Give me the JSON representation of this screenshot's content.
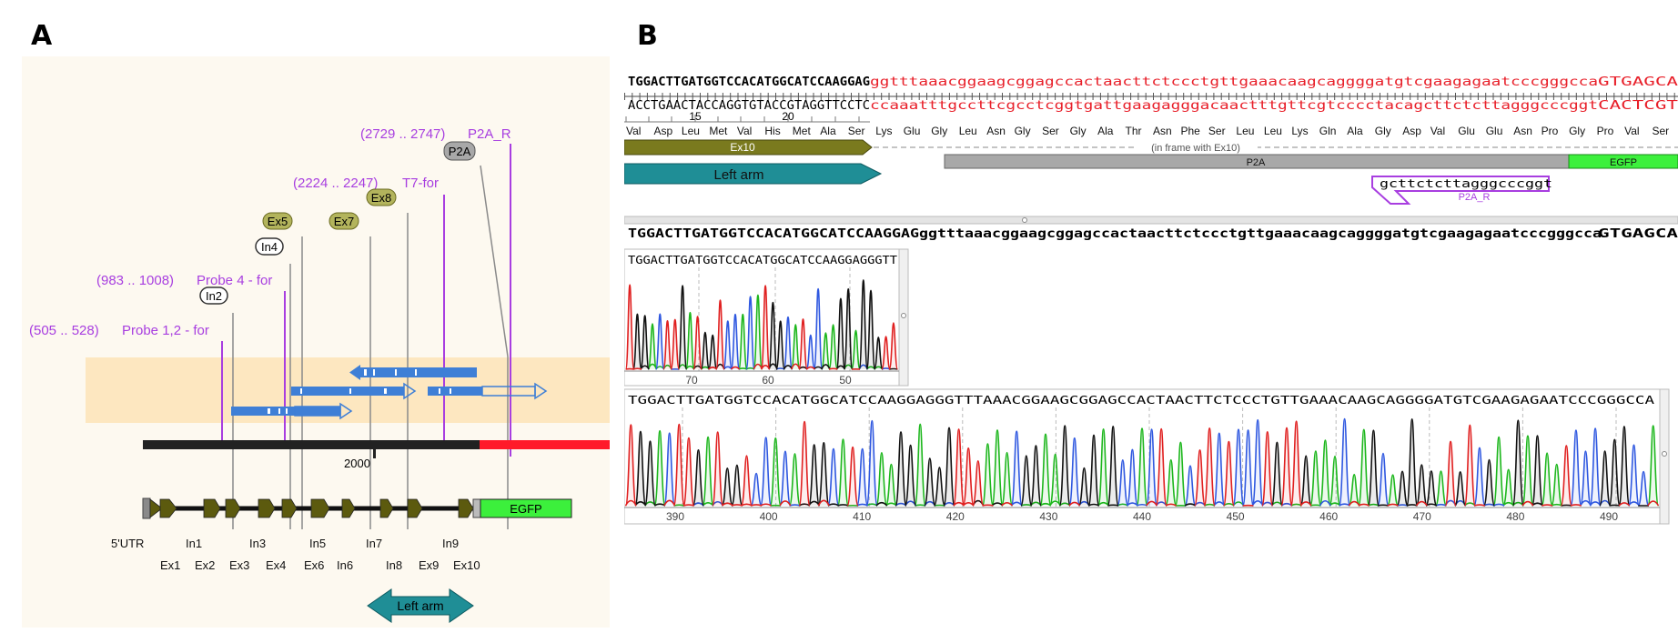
{
  "panel_labels": {
    "a": "A",
    "b": "B"
  },
  "colors": {
    "purple": "#a83ee0",
    "olive": "#7a7a1e",
    "teal": "#1f8e96",
    "egfp_green": "#3cf03c",
    "red": "#ff1a2a",
    "highlight": "#fde7c0",
    "read_blue": "#3f7fd6",
    "p2a_gray": "#a8a8a8"
  },
  "panel_a": {
    "primers": [
      {
        "range": "(505 .. 528)",
        "name": "Probe 1,2 - for"
      },
      {
        "range": "(983 .. 1008)",
        "name": "Probe 4 - for"
      },
      {
        "range": "(2224 .. 2247)",
        "name": "T7-for"
      },
      {
        "range": "(2729 .. 2747)",
        "name": "P2A_R"
      }
    ],
    "callouts": [
      "In2",
      "In4",
      "Ex5",
      "Ex7",
      "Ex8",
      "P2A"
    ],
    "scale_tick": "2000",
    "egfp_label": "EGFP",
    "top_feature_labels": [
      "5'UTR",
      "In1",
      "In3",
      "In5",
      "In7",
      "In9"
    ],
    "bottom_feature_labels": [
      "Ex1",
      "Ex2",
      "Ex3",
      "Ex4",
      "Ex6",
      "In6",
      "In8",
      "Ex9",
      "Ex10"
    ],
    "left_arm_label": "Left arm"
  },
  "panel_b": {
    "seq_top_upper": "TGGACTTGATGGTCCACATGGCATCCAAGGAG",
    "seq_top_lower": "ggtttaaacggaagcggagccactaacttctccctgttgaaacaagcaggggatgtcgaagagaatcccgggcca",
    "seq_top_upper2": "GTGAGCA",
    "seq_comp_upper": "ACCTGAACTACCAGGTGTACCGTAGGTTCCTC",
    "seq_comp_lower": "ccaaatttgccttcgcctcggtgattgaagagggacaactttgttcgtcccctacagcttctcttagggcccggt",
    "seq_comp_upper2": "CACTCGT",
    "ruler_numbers": [
      "15",
      "20"
    ],
    "amino_acids": [
      "Val",
      "Asp",
      "Leu",
      "Met",
      "Val",
      "His",
      "Met",
      "Ala",
      "Ser",
      "Lys",
      "Glu",
      "Gly",
      "Leu",
      "Asn",
      "Gly",
      "Ser",
      "Gly",
      "Ala",
      "Thr",
      "Asn",
      "Phe",
      "Ser",
      "Leu",
      "Leu",
      "Lys",
      "Gln",
      "Ala",
      "Gly",
      "Asp",
      "Val",
      "Glu",
      "Glu",
      "Asn",
      "Pro",
      "Gly",
      "Pro",
      "Val",
      "Ser"
    ],
    "ex10_label": "Ex10",
    "inframe_note": "(in frame with Ex10)",
    "left_arm_label": "Left arm",
    "p2a_label": "P2A",
    "egfp_label": "EGFP",
    "primer_seq": "gcttctcttagggcccggt",
    "primer_name": "P2A_R",
    "consensus": "TGGACTTGATGGTCCACATGGCATCCAAGGAGggtttaaacggaagcggagccactaacttctccctgttgaaacaagcaggggatgtcgaagagaatcccgggcca",
    "consensus_tail": "GTGAGCA",
    "read1_seq": "TGGACTTGATGGTCCACATGGCATCCAAGGAGGGTT",
    "read1_ticks": [
      "70",
      "60",
      "50"
    ],
    "read2_seq": "TGGACTTGATGGTCCACATGGCATCCAAGGAGGGTTTAAACGGAAGCGGAGCCACTAACTTCTCCCTGTTGAAACAAGCAGGGGATGTCGAAGAGAATCCCGGGCCA",
    "read2_ticks": [
      "390",
      "400",
      "410",
      "420",
      "430",
      "440",
      "450",
      "460",
      "470",
      "480",
      "490"
    ]
  }
}
